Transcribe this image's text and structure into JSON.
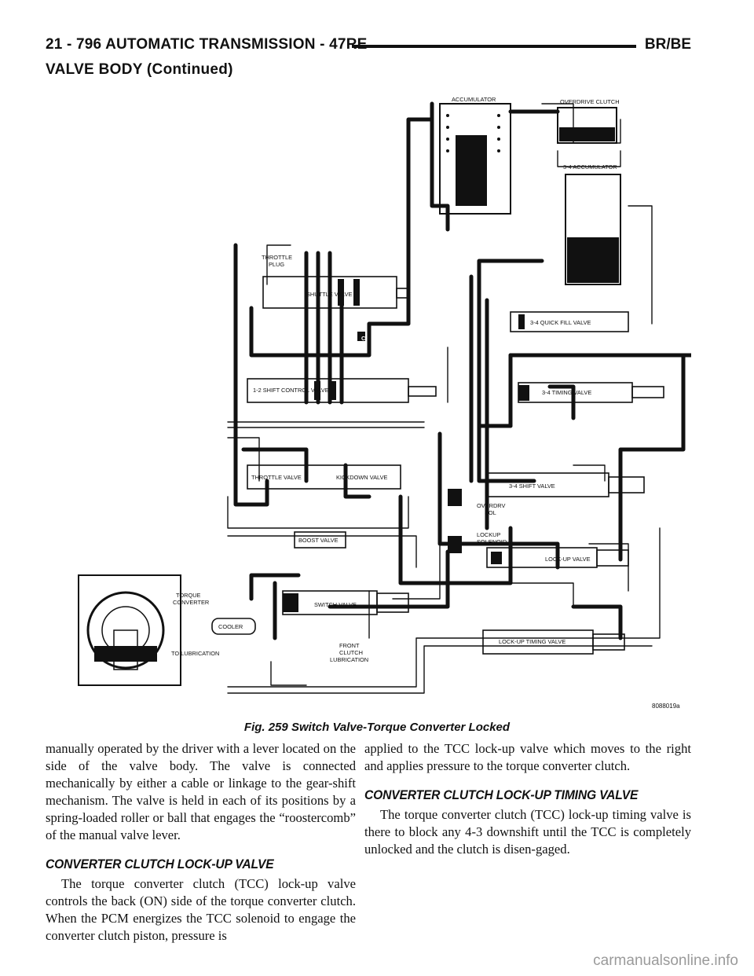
{
  "header": {
    "left": "21 - 796    AUTOMATIC TRANSMISSION - 47RE",
    "right": "BR/BE",
    "section": "VALVE BODY (Continued)"
  },
  "figure": {
    "caption": "Fig. 259 Switch Valve-Torque Converter Locked",
    "code": "8088019a",
    "labels": {
      "accumulator": "ACCUMULATOR",
      "overdrive_clutch": "OVERDRIVE CLUTCH",
      "accumulator_34": "3-4 ACCUMULATOR",
      "throttle_plug_1": "THROTTLE",
      "throttle_plug_2": "PLUG",
      "shuttle_valve": "SHUTTLE VALVE",
      "quick_fill_valve": "3-4 QUICK FILL VALVE",
      "shift_control_valve": "1-2 SHIFT CONTROL VALVE",
      "timing_valve_34": "3-4 TIMING VALVE",
      "throttle_valve": "THROTTLE VALVE",
      "kickdown_valve": "KICKDOWN VALVE",
      "shift_valve_34": "3-4 SHIFT VALVE",
      "overdrv_sol_1": "OVERDRV",
      "overdrv_sol_2": "SOL",
      "boost_valve": "BOOST VALVE",
      "lockup_solenoid_1": "LOCKUP",
      "lockup_solenoid_2": "SOLENOID",
      "lockup_valve": "LOCK-UP VALVE",
      "torque_converter_1": "TORQUE",
      "torque_converter_2": "CONVERTER",
      "switch_valve": "SWITCH VALVE",
      "cooler": "COOLER",
      "lockup_timing_valve": "LOCK-UP TIMING VALVE",
      "to_lubrication": "TO LUBRICATION",
      "front_clutch_1": "FRONT",
      "front_clutch_2": "CLUTCH",
      "front_clutch_3": "LUBRICATION",
      "marker_c": "C"
    }
  },
  "left_column": {
    "para1": "manually operated by the driver with a lever located on the side of the valve body. The valve is connected mechanically by either a cable or linkage to the gear-shift mechanism. The valve is held in each of its positions by a spring-loaded roller or ball that engages the “roostercomb” of the manual valve lever.",
    "heading1": "CONVERTER CLUTCH LOCK-UP VALVE",
    "para2": "The torque converter clutch (TCC) lock-up valve controls the back (ON) side of the torque converter clutch. When the PCM energizes the TCC solenoid to engage the converter clutch piston, pressure is"
  },
  "right_column": {
    "para1": "applied to the TCC lock-up valve which moves to the right and applies pressure to the torque converter clutch.",
    "heading1": "CONVERTER CLUTCH LOCK-UP TIMING VALVE",
    "para2": "The torque converter clutch (TCC) lock-up timing valve is there to block any 4-3 downshift until the TCC is completely unlocked and the clutch is disen-gaged."
  },
  "watermark": "carmanualsonline.info"
}
